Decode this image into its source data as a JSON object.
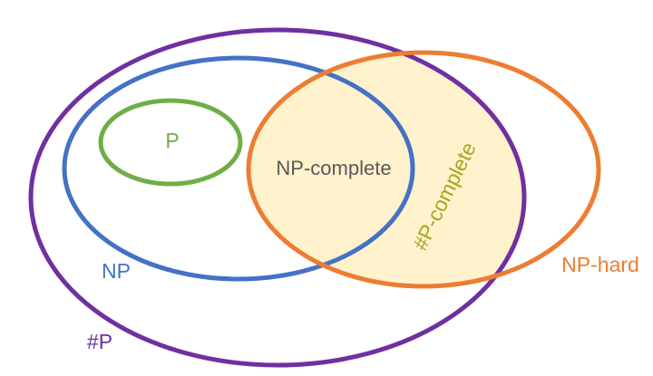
{
  "sets": {
    "sharp_p": {
      "label": "#P",
      "color": "#7030a0"
    },
    "np": {
      "label": "NP",
      "color": "#4472c4"
    },
    "p": {
      "label": "P",
      "color": "#70ad47"
    },
    "np_hard": {
      "label": "NP-hard",
      "color": "#ed7d31"
    },
    "np_complete": {
      "label": "NP-complete",
      "color": "#595959"
    },
    "sharp_p_complete": {
      "label": "#P-complete",
      "color": "#a6a61f"
    }
  },
  "colors": {
    "intersection_fill": "#fff2cc",
    "background": "#ffffff"
  }
}
